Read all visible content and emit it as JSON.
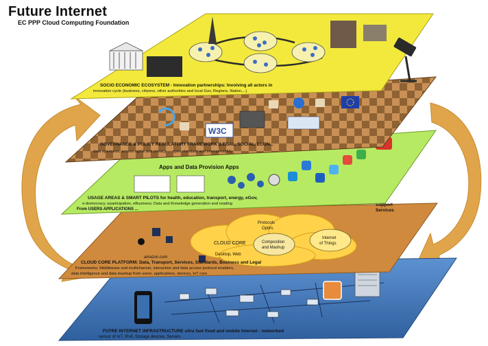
{
  "header": {
    "title": "Future Internet",
    "subtitle": "EC PPP Cloud Computing Foundation"
  },
  "layers": {
    "socio": {
      "caption": "SOCIO ECONOMIC ECOSYSTEM - Innovation partnerships: Involving all actors in",
      "caption2": "innovation cycle (business, citizens, other authorities and local Gov, Regions, Nation,...)",
      "color": "#f2e93c"
    },
    "governance": {
      "caption": "GOVERNANCE & POLICY REGULATORY FRAMEWORK (LEGAL, SOCIAL, ECON...",
      "caption2": "data openness, access rights and privacy, ... open standard and interoperability",
      "logo_w3c": "W3C",
      "color": "#b8834a"
    },
    "apps": {
      "heading": "Apps and Data Provision Apps",
      "caption": "USAGE AREAS & SMART PILOTS for health, education, transport, energy, eGov,",
      "caption2": "e-democracy, eparticipation, eBusiness; Data and Knowledge generation and reading",
      "caption3": "From USERS APPLICATIONS ...",
      "color": "#b7ea63"
    },
    "cloud": {
      "cloud_core": "CLOUD CORE",
      "desktop": "Desktop, Web",
      "protocols": "Protocols",
      "optim": "Optim.",
      "composition_line1": "Composition",
      "composition_line2": "and Mashup",
      "iot_line1": "Internet",
      "iot_line2": "of Things",
      "support_line1": "Support",
      "support_line2": "Services",
      "vendor": "amazon.com",
      "caption": "CLOUD CORE PLATFORM: Data, Transport, Services, Standards, Business and Legal",
      "caption2": "Frameworks, Middleware and multichannel, interaction and data access protocol enablers,",
      "caption3": "data intelligence and data mashup from users, applications, devices, IoT core",
      "color": "#cf8a3e"
    },
    "infra": {
      "caption": "FUTRE INTERNET INFRASTRUCTURE ultra fast fixed and mobile Internet - networked",
      "caption2": "sensor of IoT, IPv6, Storage devices, Servers",
      "color": "#4a7fbf"
    }
  },
  "arrows_color": "#e0a54a"
}
